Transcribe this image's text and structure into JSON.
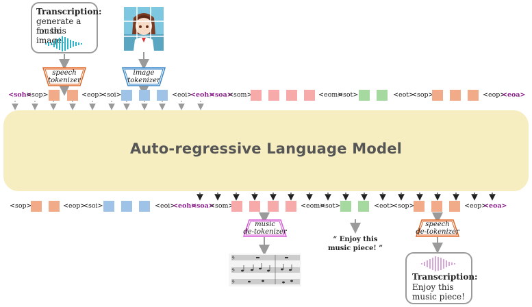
{
  "input_bubble": {
    "title": "Transcription:",
    "lines": [
      "generate a music",
      "for this image."
    ]
  },
  "output_bubble": {
    "title": "Transcription:",
    "lines": [
      "Enjoy this",
      "music piece!"
    ]
  },
  "tokenizers": {
    "speech": [
      "speech",
      "tokenizer"
    ],
    "image": [
      "image",
      "tokenizer"
    ],
    "music_detok": [
      "music",
      "de-tokenizer"
    ],
    "speech_detok": [
      "speech",
      "de-tokenizer"
    ]
  },
  "model_label": "Auto-regressive Language Model",
  "quote_text": [
    "“ Enjoy this",
    "music piece! ”"
  ],
  "top_tokens": [
    "<soh>",
    "<sop>",
    "<eop>",
    "<soi>",
    "<eoi>",
    "<eoh>",
    "<soa>",
    "<som>",
    "<eom>",
    "<sot>",
    "<eot>",
    "<sop>",
    "<eop>",
    "<eoa>"
  ],
  "bottom_tokens": [
    "<sop>",
    "<eop>",
    "<soi>",
    "<eoi>",
    "<eoh>",
    "<soa>",
    "<som>",
    "<eom>",
    "<sot>",
    "<eot>",
    "<sop>",
    "<eop>",
    "<eoa>"
  ],
  "colors": {
    "speech": "#f2ab88",
    "image": "#9fc3e6",
    "music": "#f7aaaa",
    "text": "#a5d9a0",
    "model": "#f6eec0",
    "special": "#8a1f8a"
  },
  "icons": [
    "waveform-icon",
    "anime-image-icon",
    "sheet-music-icon"
  ]
}
